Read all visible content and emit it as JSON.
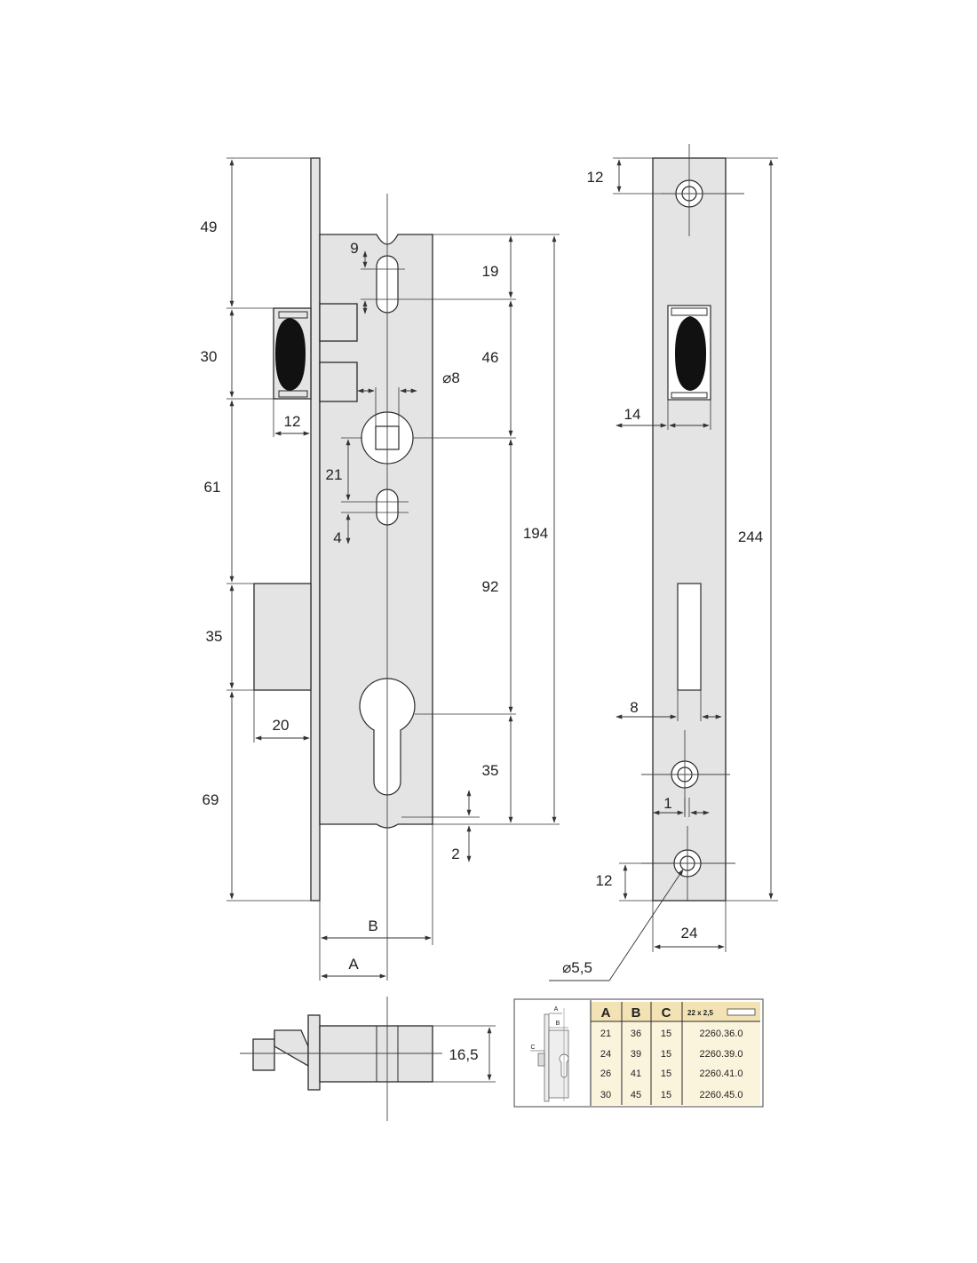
{
  "front_view": {
    "dims_left": [
      "49",
      "30",
      "61",
      "35",
      "69"
    ],
    "latch_width": "12",
    "bolt_width": "20",
    "slot_top_offset": "9",
    "dims_mid": [
      "19",
      "46",
      "92",
      "35"
    ],
    "square_label": "⌀8",
    "dim_21": "21",
    "dim_4": "4",
    "dim_194": "194",
    "dim_2": "2",
    "label_b": "B",
    "label_a": "A"
  },
  "side_view": {
    "dim_top": "12",
    "dim_latch": "14",
    "dim_slot": "8",
    "dim_1": "1",
    "dim_bottom": "12",
    "dim_width": "24",
    "dim_height": "244",
    "hole_diameter": "⌀5,5"
  },
  "bottom_view": {
    "dim_thickness": "16,5"
  },
  "table": {
    "headers": [
      "A",
      "B",
      "C"
    ],
    "size_label": "22 x 2,5",
    "mini_labels": [
      "A",
      "B",
      "C"
    ],
    "rows": [
      [
        "21",
        "36",
        "15",
        "2260.36.0"
      ],
      [
        "24",
        "39",
        "15",
        "2260.39.0"
      ],
      [
        "26",
        "41",
        "15",
        "2260.41.0"
      ],
      [
        "30",
        "45",
        "15",
        "2260.45.0"
      ]
    ]
  }
}
